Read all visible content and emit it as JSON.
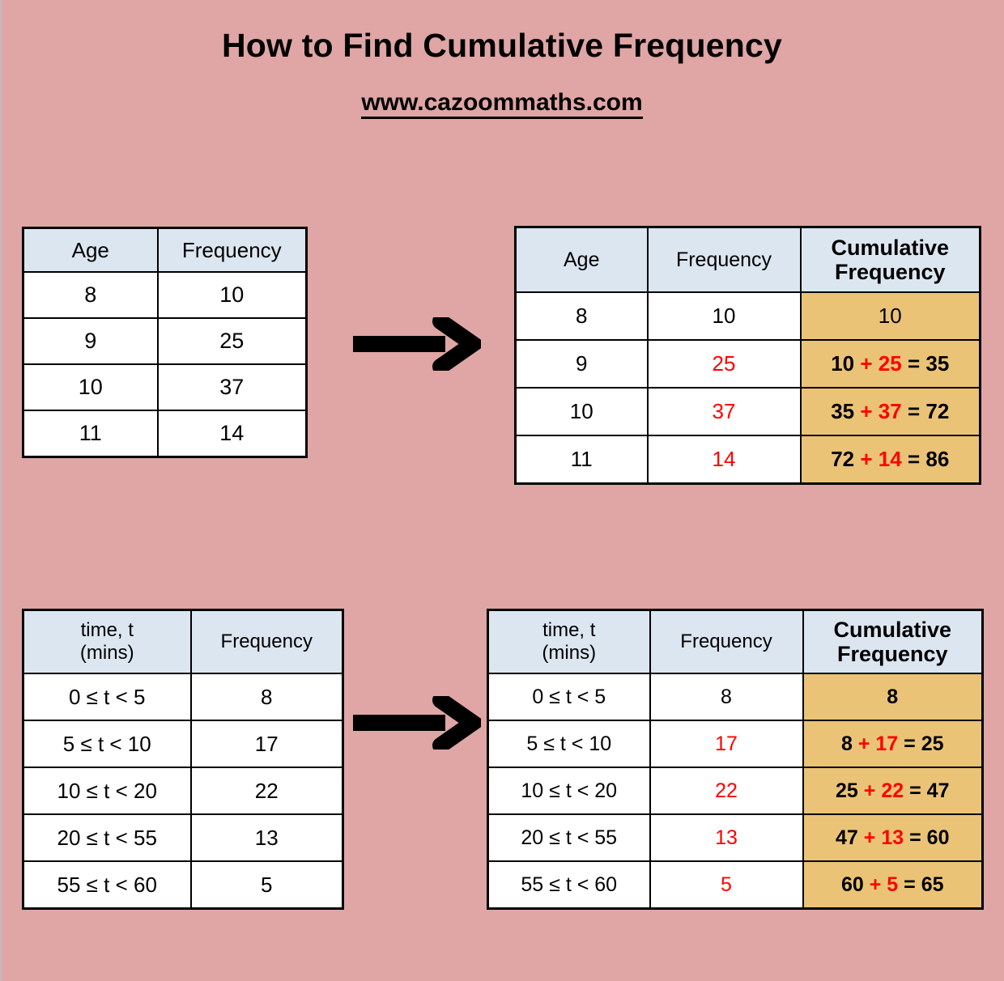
{
  "page": {
    "title": "How to Find Cumulative Frequency",
    "subtitle": "www.cazoommaths.com",
    "background_color": "#dfa6a5",
    "header_fill": "#dce6f1",
    "cumulative_fill": "#eac377",
    "highlight_color": "#ff0000"
  },
  "arrows": [
    {
      "name": "arrow-age",
      "label": "right-arrow"
    },
    {
      "name": "arrow-time",
      "label": "right-arrow"
    }
  ],
  "tables": {
    "age_simple": {
      "name": "age-frequency-table",
      "headers": [
        "Age",
        "Frequency"
      ],
      "rows": [
        {
          "age": "8",
          "frequency": "10"
        },
        {
          "age": "9",
          "frequency": "25"
        },
        {
          "age": "10",
          "frequency": "37"
        },
        {
          "age": "11",
          "frequency": "14"
        }
      ]
    },
    "age_cumulative": {
      "name": "age-cumulative-frequency-table",
      "headers": [
        "Age",
        "Frequency",
        "Cumulative",
        "Frequency"
      ],
      "header_cumulative_line1": "Cumulative",
      "header_cumulative_line2": "Frequency",
      "rows": [
        {
          "age": "8",
          "frequency": "10",
          "prev": "",
          "plus": "",
          "added": "",
          "eq": "",
          "total": "10"
        },
        {
          "age": "9",
          "frequency": "25",
          "prev": "10",
          "plus": "+",
          "added": "25",
          "eq": "=",
          "total": "35"
        },
        {
          "age": "10",
          "frequency": "37",
          "prev": "35",
          "plus": "+",
          "added": "37",
          "eq": "=",
          "total": "72"
        },
        {
          "age": "11",
          "frequency": "14",
          "prev": "72",
          "plus": "+",
          "added": "14",
          "eq": "=",
          "total": "86"
        }
      ]
    },
    "time_simple": {
      "name": "time-frequency-table",
      "header_time_line1": "time, t",
      "header_time_line2": "(mins)",
      "header_frequency": "Frequency",
      "rows": [
        {
          "interval": "0 ≤ t < 5",
          "frequency": "8"
        },
        {
          "interval": "5 ≤ t < 10",
          "frequency": "17"
        },
        {
          "interval": "10 ≤ t < 20",
          "frequency": "22"
        },
        {
          "interval": "20 ≤ t < 55",
          "frequency": "13"
        },
        {
          "interval": "55 ≤ t < 60",
          "frequency": "5"
        }
      ]
    },
    "time_cumulative": {
      "name": "time-cumulative-frequency-table",
      "header_time_line1": "time, t",
      "header_time_line2": "(mins)",
      "header_frequency": "Frequency",
      "header_cumulative_line1": "Cumulative",
      "header_cumulative_line2": "Frequency",
      "rows": [
        {
          "interval": "0 ≤ t < 5",
          "frequency": "8",
          "prev": "",
          "plus": "",
          "added": "",
          "eq": "",
          "total": "8"
        },
        {
          "interval": "5 ≤ t < 10",
          "frequency": "17",
          "prev": "8",
          "plus": "+",
          "added": "17",
          "eq": "=",
          "total": "25"
        },
        {
          "interval": "10 ≤ t < 20",
          "frequency": "22",
          "prev": "25",
          "plus": "+",
          "added": "22",
          "eq": "=",
          "total": "47"
        },
        {
          "interval": "20 ≤ t < 55",
          "frequency": "13",
          "prev": "47",
          "plus": "+",
          "added": "13",
          "eq": "=",
          "total": "60"
        },
        {
          "interval": "55 ≤ t < 60",
          "frequency": "5",
          "prev": "60",
          "plus": "+",
          "added": "5",
          "eq": "=",
          "total": "65"
        }
      ]
    }
  }
}
